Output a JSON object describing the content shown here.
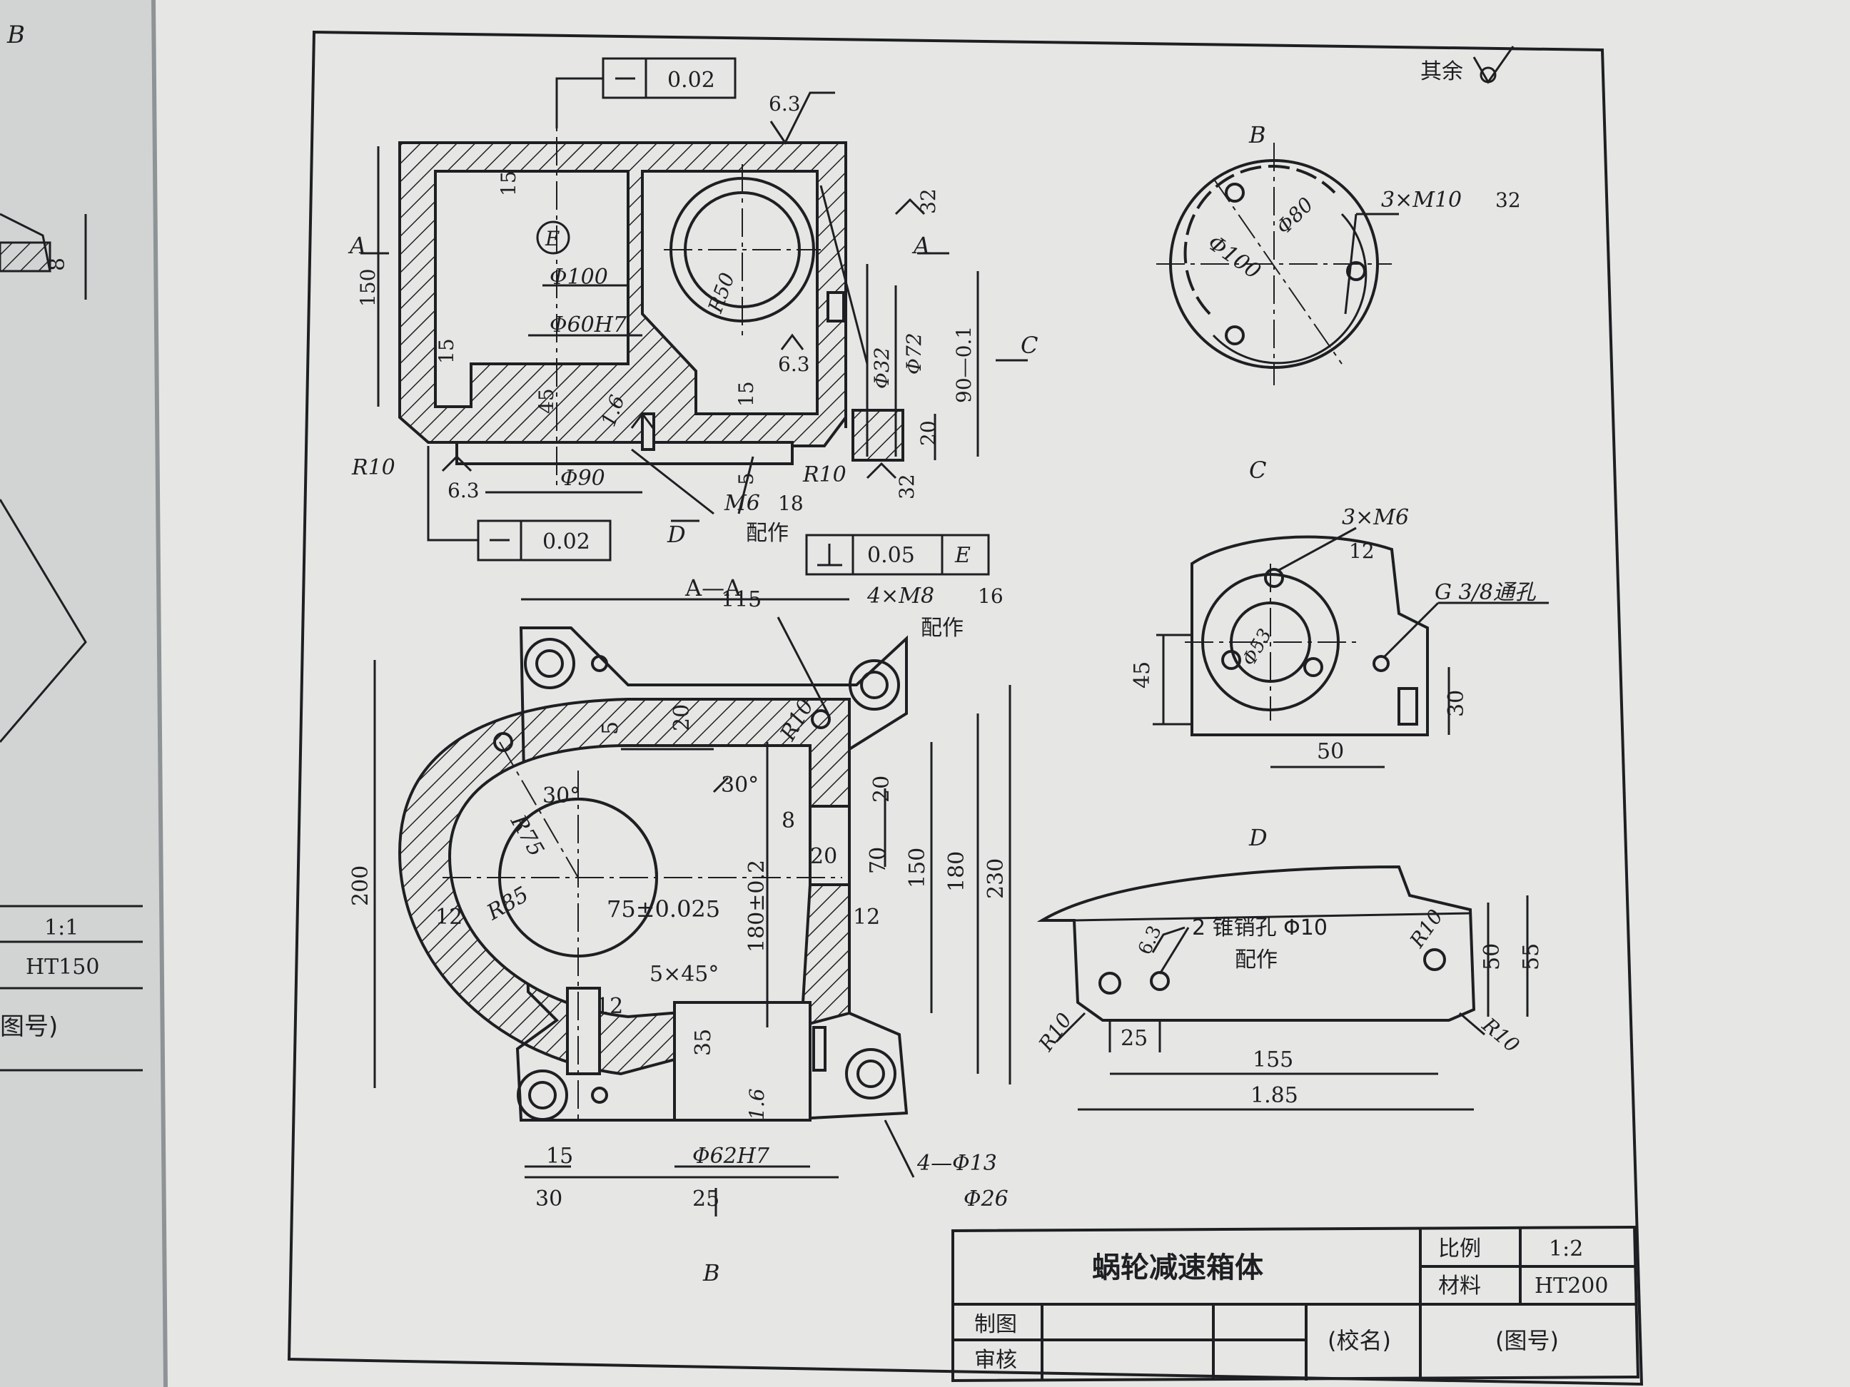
{
  "title_block": {
    "part_name": "蜗轮减速箱体",
    "scale_label": "比例",
    "scale_value": "1:2",
    "material_label": "材料",
    "material_value": "HT200",
    "drawn_label": "制图",
    "check_label": "审核",
    "school": "(校名)",
    "drawing_no": "(图号)"
  },
  "left_page": {
    "mark_b": "B",
    "dim_8": "8",
    "scale": "1:1",
    "material": "HT150",
    "drawing_no": "图号)"
  },
  "roughness_other": "其余",
  "view_front": {
    "flatness_top": "0.02",
    "flatness_bottom": "0.02",
    "rough_top": "6.3",
    "rough_right": "32",
    "rough_inner": "6.3",
    "rough_bottom": "6.3",
    "rough_left_bottom": "1.6",
    "rough_r10": "32",
    "section_a_left": "A",
    "section_a_right": "A",
    "arrow_c": "C",
    "arrow_d": "D",
    "datum_e": "E",
    "d15_top": "15",
    "d150": "150",
    "d15_left": "15",
    "d45": "45",
    "d5": "5",
    "d15_mid": "15",
    "phi100": "Φ100",
    "phi60": "Φ60H7",
    "r50": "R50",
    "phi32": "Φ32",
    "phi72": "Φ72",
    "d90": "90—0.1",
    "d20": "20",
    "phi90": "Φ90",
    "r10_left": "R10",
    "r10_right": "R10",
    "m6": "M6",
    "m6_depth": "18",
    "peizuo": "配作",
    "perp_tol": "0.05",
    "perp_datum": "E"
  },
  "view_aa": {
    "label": "A—A",
    "d115": "115",
    "m8": "4×M8",
    "m8_depth": "16",
    "peizuo": "配作",
    "d5": "5",
    "d20_a": "20",
    "r10": "R10",
    "a30_left": "30°",
    "a30_right": "30°",
    "r75": "R75",
    "r85": "R85",
    "d8": "8",
    "d20_b": "20",
    "d20_c": "20",
    "d70": "70",
    "d150": "150",
    "d180": "180",
    "d230": "230",
    "d200": "200",
    "d12_left": "12",
    "d12_right": "12",
    "d12_bottom": "12",
    "d75": "75±0.025",
    "d180tol": "180±0.2",
    "chamfer": "5×45°",
    "d35": "35",
    "rough": "1.6",
    "d15": "15",
    "d30": "30",
    "d25": "25",
    "phi62": "Φ62H7",
    "holes": "4—Φ13",
    "cbore": "Φ26",
    "arrow_b": "B"
  },
  "view_b": {
    "label": "B",
    "phi100": "Φ100",
    "phi80": "Φ80",
    "thread": "3×M10",
    "depth": "32"
  },
  "view_c": {
    "label": "C",
    "thread": "3×M6",
    "depth": "12",
    "pipe": "G 3/8通孔",
    "phi53": "Φ53",
    "d45": "45",
    "d30": "30",
    "d50": "50"
  },
  "view_d": {
    "label": "D",
    "pins": "2 锥销孔 Φ10",
    "peizuo": "配作",
    "rough": "6.3",
    "r10_tr": "R10",
    "r10_bl": "R10",
    "r10_br": "R10",
    "d25": "25",
    "d155": "155",
    "d185": "1.85",
    "d50": "50",
    "d55": "55"
  },
  "colors": {
    "paper": "#e6e7e4",
    "ink": "#1d1f22",
    "shadow": "#bfc3c6"
  }
}
